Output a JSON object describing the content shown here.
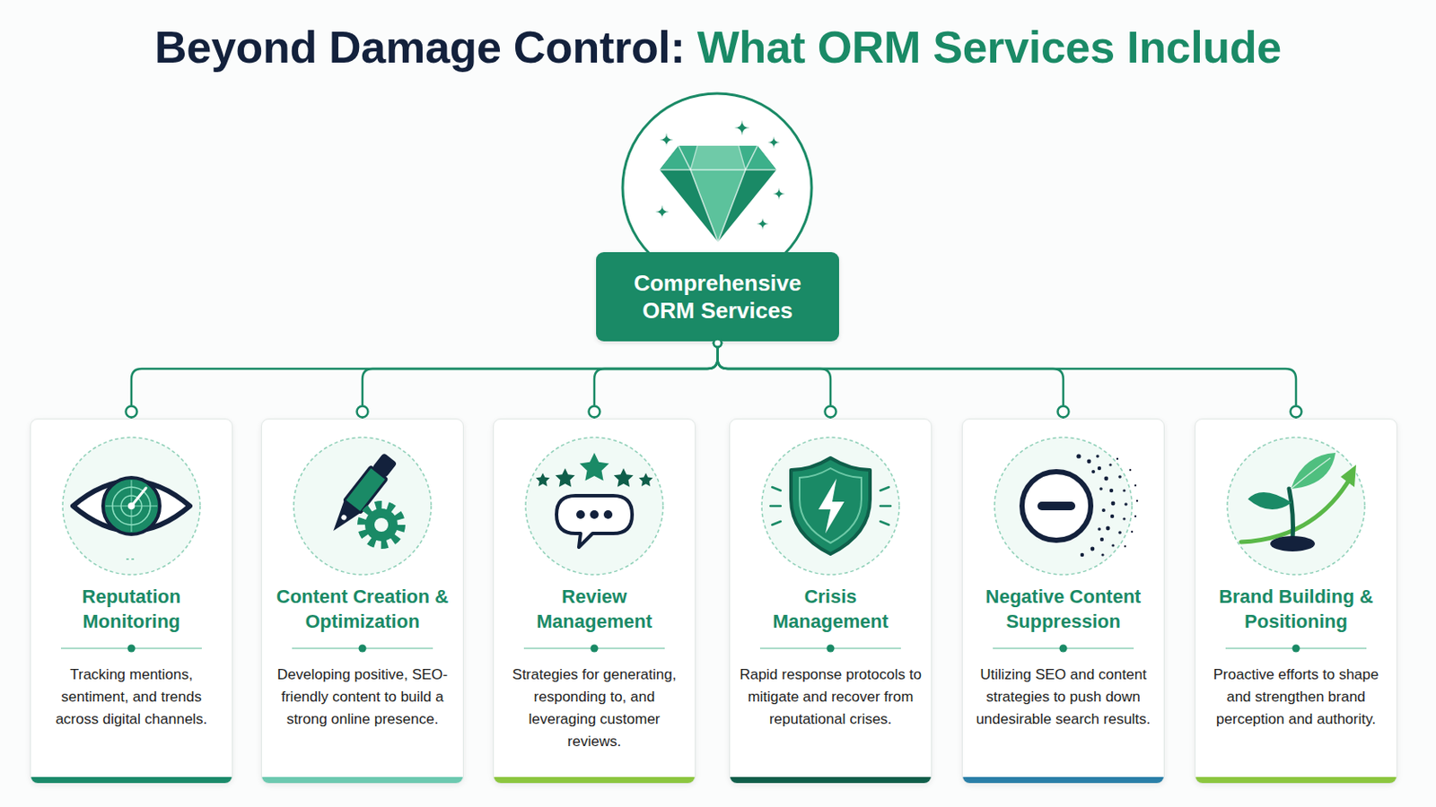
{
  "diagram": {
    "title": "Beyond Damage Control: What ORM Services Include",
    "nodes": [
      {
        "text": [
          "Comprehensive ORM Services"
        ]
      },
      {
        "text": [
          "Reputation Monitoring",
          "Tracking mentions, sentiment, and trends across digital channels."
        ]
      },
      {
        "text": [
          "Content Creation & Optimization",
          "Developing positive, SEO-friendly content to build a strong online presence."
        ]
      },
      {
        "text": [
          "Review Management",
          "Strategies for generating, responding to, and leveraging customer reviews."
        ]
      },
      {
        "text": [
          "Crisis Management",
          "Rapid response protocols to mitigate and recover from reputational crises."
        ]
      },
      {
        "text": [
          "Negative Content Suppression",
          "Utilizing SEO and content strategies to push down undesirable search results."
        ]
      },
      {
        "text": [
          "Brand Building & Positioning",
          "Proactive efforts to shape and strengthen brand perception and authority."
        ]
      }
    ],
    "edges": [
      {
        "from": 0,
        "to": 1,
        "arrow": "none"
      },
      {
        "from": 0,
        "to": 2,
        "arrow": "none"
      },
      {
        "from": 0,
        "to": 3,
        "arrow": "none"
      },
      {
        "from": 0,
        "to": 4,
        "arrow": "none"
      },
      {
        "from": 0,
        "to": 5,
        "arrow": "none"
      },
      {
        "from": 0,
        "to": 6,
        "arrow": "none"
      }
    ]
  }
}
